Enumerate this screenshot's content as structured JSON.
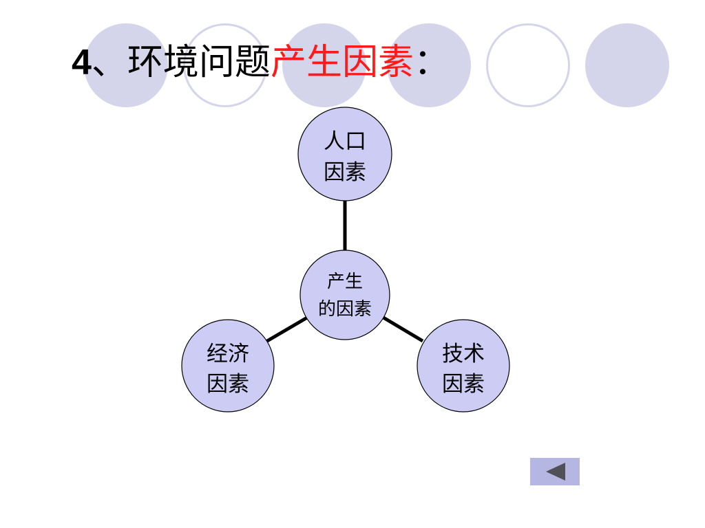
{
  "slide": {
    "title": {
      "number": "4",
      "prefix": "、环境问题",
      "highlight": "产生因素",
      "suffix": "："
    },
    "colors": {
      "accent_red": "#ff1a1a",
      "decor_circle": "#d4d4ea",
      "node_fill": "#ccccf5",
      "node_stroke": "#000000",
      "connector": "#000000",
      "nav_button": "#b6b6e3",
      "nav_arrow": "#505058"
    }
  },
  "diagram": {
    "type": "radial",
    "center": {
      "line1": "产生",
      "line2": "的因素"
    },
    "satellites": [
      {
        "line1": "人口",
        "line2": "因素"
      },
      {
        "line1": "经济",
        "line2": "因素"
      },
      {
        "line1": "技术",
        "line2": "因素"
      }
    ]
  },
  "nav": {
    "back_icon": "triangle-left-icon"
  }
}
